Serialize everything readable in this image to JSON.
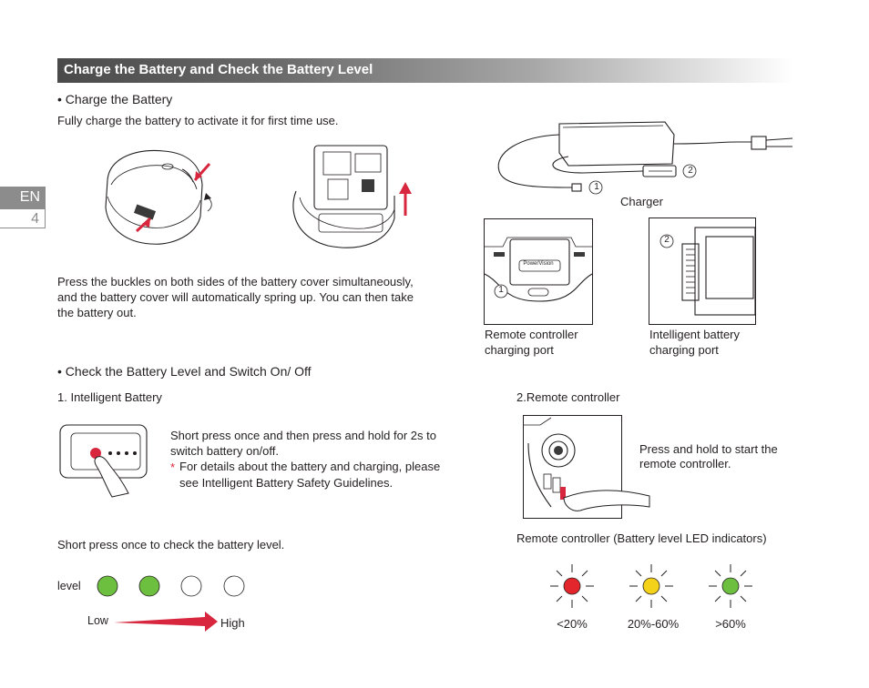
{
  "side_tab": {
    "lang": "EN",
    "page": "4"
  },
  "section": {
    "title": "Charge the Battery and Check the Battery Level"
  },
  "charge": {
    "heading": "• Charge the Battery",
    "intro": "Fully charge the battery to activate it for first time use.",
    "cover_text_1": "Press the buckles on both sides of the battery cover simultaneously,",
    "cover_text_2": "and the battery cover will automatically spring up. You can then take",
    "cover_text_3": "the battery out.",
    "charger_label": "Charger",
    "callout_1": "1",
    "callout_2": "2",
    "brand_label": "PowerVision",
    "rc_port_label_1": "Remote controller",
    "rc_port_label_2": "charging port",
    "battery_port_label_1": "Intelligent battery",
    "battery_port_label_2": "charging port"
  },
  "check": {
    "heading": "• Check the Battery Level and Switch On/ Off",
    "battery_subheading": "1. Intelligent Battery",
    "rc_subheading": "2.Remote controller",
    "battery_instruction_1": "Short press once and then press and hold for 2s to",
    "battery_instruction_2": "switch battery on/off.",
    "note_star": "*",
    "note_1": "For details about the battery and charging, please",
    "note_2": "see Intelligent Battery Safety Guidelines.",
    "rc_instruction_1": "Press and hold to start the",
    "rc_instruction_2": "remote controller.",
    "short_press_text": "Short press once to check the battery level.",
    "level_label": "level",
    "low_label": "Low",
    "high_label": "High",
    "rc_led_caption": "Remote controller (Battery level LED indicators)",
    "led_red_label": "<20%",
    "led_yellow_label": "20%-60%",
    "led_green_label": ">60%"
  },
  "colors": {
    "led_green": "#6cbf3f",
    "led_red": "#e3262b",
    "led_yellow": "#f5d21a",
    "arrow_red": "#d7263d",
    "tab_gray": "#8c8c8c"
  },
  "icons": [
    "battery-cover-icon",
    "battery-removal-icon",
    "charger-icon",
    "plug-icon",
    "finger-press-icon",
    "led-indicator-icon",
    "arrow-icon"
  ]
}
